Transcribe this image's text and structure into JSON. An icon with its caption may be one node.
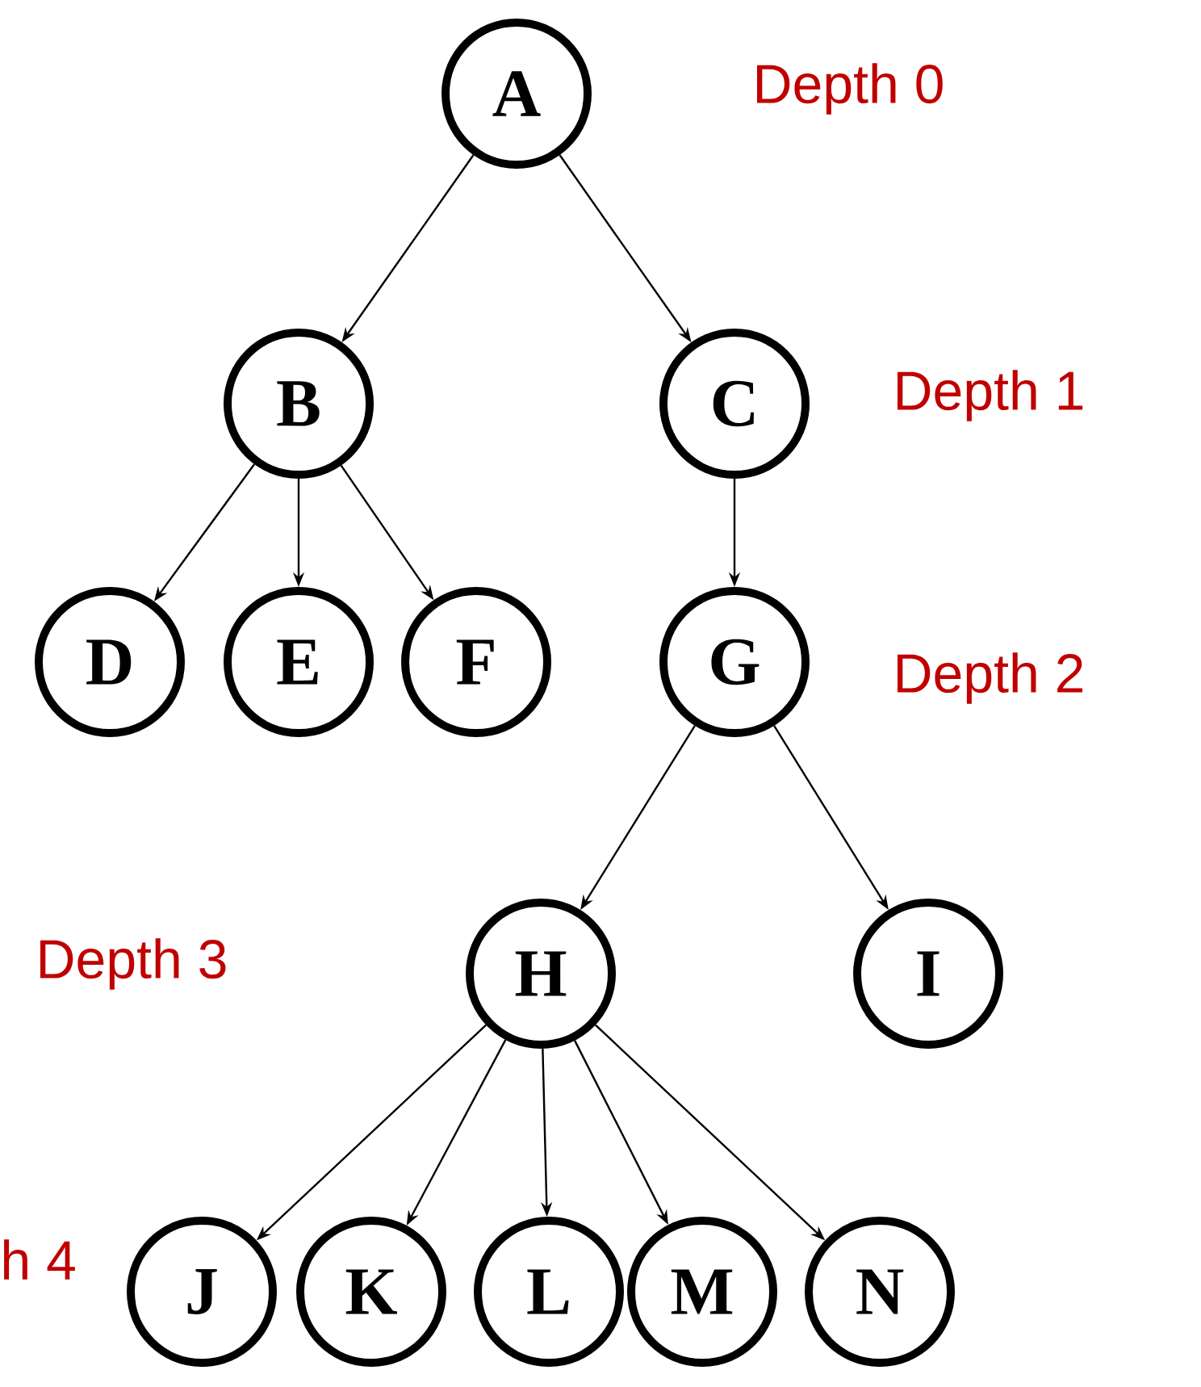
{
  "diagram": {
    "nodes": [
      {
        "text": [
          "A"
        ]
      },
      {
        "text": [
          "B"
        ]
      },
      {
        "text": [
          "C"
        ]
      },
      {
        "text": [
          "D"
        ]
      },
      {
        "text": [
          "E"
        ]
      },
      {
        "text": [
          "F"
        ]
      },
      {
        "text": [
          "G"
        ]
      },
      {
        "text": [
          "H"
        ]
      },
      {
        "text": [
          "I"
        ]
      },
      {
        "text": [
          "J"
        ]
      },
      {
        "text": [
          "K"
        ]
      },
      {
        "text": [
          "L"
        ]
      },
      {
        "text": [
          "M"
        ]
      },
      {
        "text": [
          "N"
        ]
      }
    ],
    "edges": [
      {
        "from": 0,
        "to": 1,
        "arrow": "to"
      },
      {
        "from": 0,
        "to": 2,
        "arrow": "to"
      },
      {
        "from": 1,
        "to": 3,
        "arrow": "to"
      },
      {
        "from": 1,
        "to": 4,
        "arrow": "to"
      },
      {
        "from": 1,
        "to": 5,
        "arrow": "to"
      },
      {
        "from": 2,
        "to": 6,
        "arrow": "to"
      },
      {
        "from": 6,
        "to": 7,
        "arrow": "to"
      },
      {
        "from": 6,
        "to": 8,
        "arrow": "to"
      },
      {
        "from": 7,
        "to": 9,
        "arrow": "to"
      },
      {
        "from": 7,
        "to": 10,
        "arrow": "to"
      },
      {
        "from": 7,
        "to": 11,
        "arrow": "to"
      },
      {
        "from": 7,
        "to": 12,
        "arrow": "to"
      },
      {
        "from": 7,
        "to": 13,
        "arrow": "to"
      }
    ],
    "labels": [
      "Depth 0",
      "Depth 1",
      "Depth 2",
      "Depth 3",
      "h 4"
    ]
  }
}
